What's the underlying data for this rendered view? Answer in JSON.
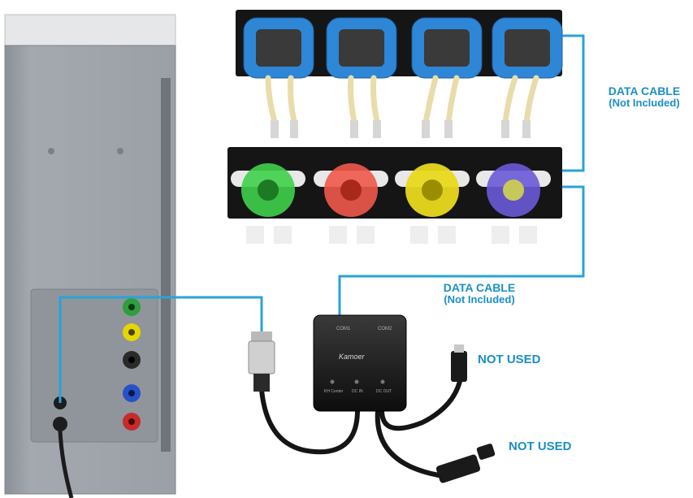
{
  "labels": {
    "cable_top": {
      "line1": "DATA CABLE",
      "line2": "(Not Included)"
    },
    "cable_mid": {
      "line1": "DATA CABLE",
      "line2": "(Not Included)"
    },
    "not_used_1": "NOT USED",
    "not_used_2": "NOT USED"
  },
  "controller": {
    "brand": "Kamoer",
    "port_com1": "COM1",
    "port_com2": "COM2",
    "led_labels": [
      "KH Center",
      "DC IN",
      "DC OUT"
    ]
  },
  "colors": {
    "label_blue": "#1a8fc7",
    "cable_line": "#29a3d8",
    "pump_head_colors": [
      "#3fd04a",
      "#f0584a",
      "#e8d91c",
      "#6a5ad8"
    ],
    "top_pump_blue": "#2e86d6"
  },
  "icons": {
    "cable_connector": "aviation-plug",
    "dc_plug": "dc-barrel-plug"
  }
}
